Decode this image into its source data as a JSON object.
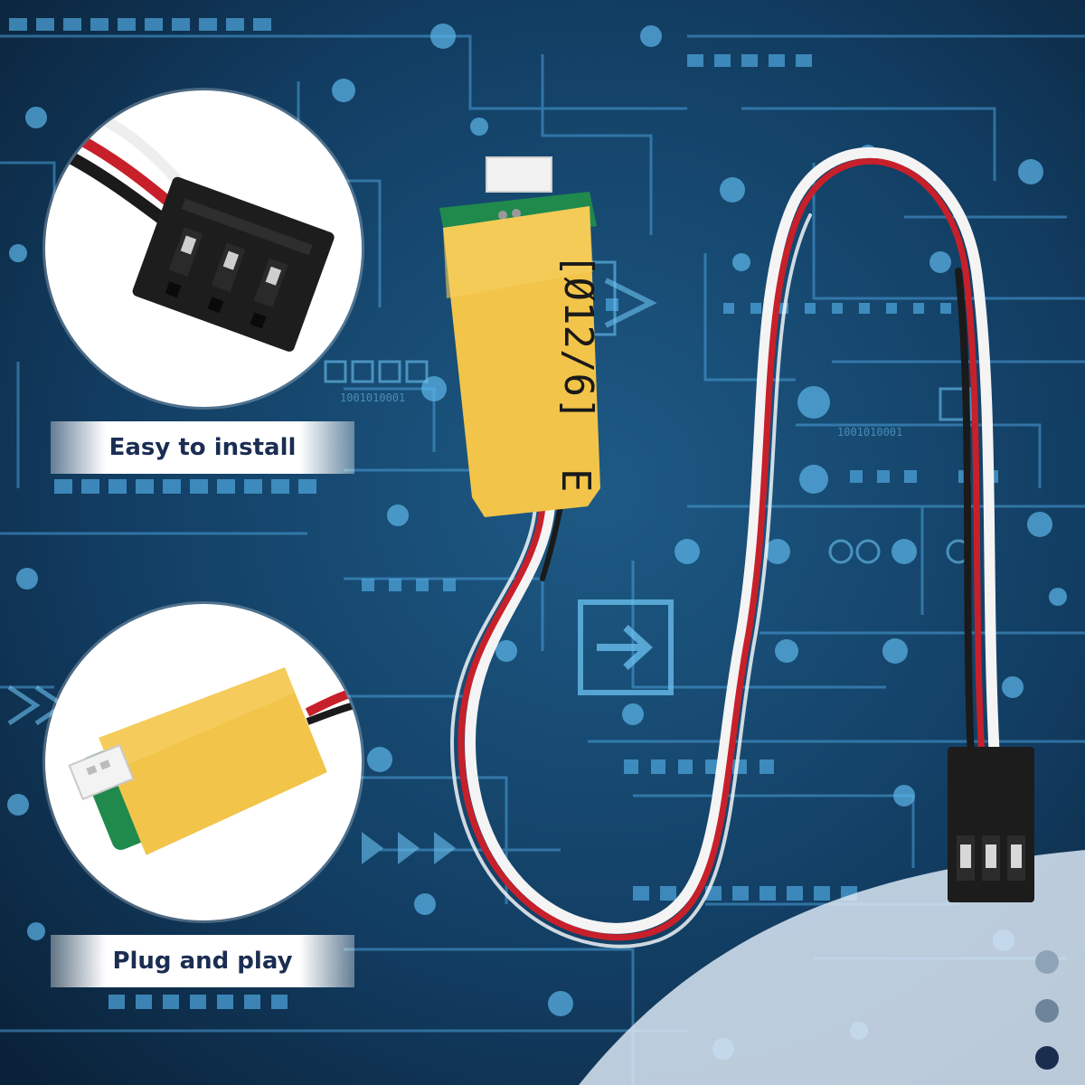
{
  "captions": {
    "top": "Easy to install",
    "bottom": "Plug and play"
  },
  "module_label": {
    "line1": "[Ø12/6]",
    "line2": "E"
  },
  "decor": {
    "binary_left": "1001010001",
    "binary_right": "1001010001"
  },
  "colors": {
    "background": "#0b2740",
    "circuit": "#4a9fd8",
    "caption_text": "#1b2d52",
    "module_wrap": "#f2c44a",
    "pcb_green": "#1f8a4c",
    "wire_red": "#c8202a",
    "wire_black": "#1a1a1a",
    "wire_white": "#f4f4f4"
  },
  "icons": [
    "arrow-right-icon",
    "chevron-right-icon",
    "triangle-play-icon"
  ]
}
